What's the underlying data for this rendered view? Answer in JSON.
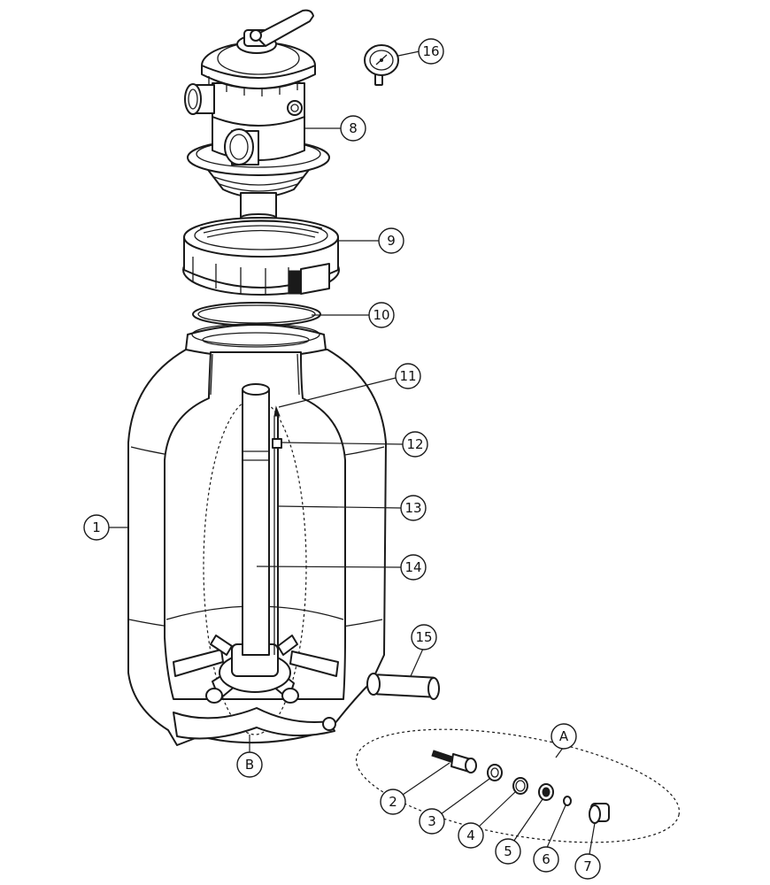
{
  "callouts": [
    {
      "id": "c1",
      "label": "1"
    },
    {
      "id": "c2",
      "label": "2"
    },
    {
      "id": "c3",
      "label": "3"
    },
    {
      "id": "c4",
      "label": "4"
    },
    {
      "id": "c5",
      "label": "5"
    },
    {
      "id": "c6",
      "label": "6"
    },
    {
      "id": "c7",
      "label": "7"
    },
    {
      "id": "c8",
      "label": "8"
    },
    {
      "id": "c9",
      "label": "9"
    },
    {
      "id": "c10",
      "label": "10"
    },
    {
      "id": "c11",
      "label": "11"
    },
    {
      "id": "c12",
      "label": "12"
    },
    {
      "id": "c13",
      "label": "13"
    },
    {
      "id": "c14",
      "label": "14"
    },
    {
      "id": "c15",
      "label": "15"
    },
    {
      "id": "c16",
      "label": "16"
    },
    {
      "id": "cA",
      "label": "A"
    },
    {
      "id": "cB",
      "label": "B"
    }
  ]
}
